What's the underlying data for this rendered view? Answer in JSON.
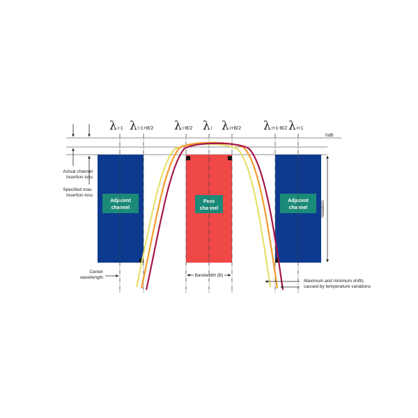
{
  "wavelength_labels": [
    {
      "symbol": "λ",
      "sub": "i-1"
    },
    {
      "symbol": "λ",
      "sub": "i-1+B/2"
    },
    {
      "symbol": "λ",
      "sub": "i-B/2"
    },
    {
      "symbol": "λ",
      "sub": "i"
    },
    {
      "symbol": "λ",
      "sub": "i+B/2"
    },
    {
      "symbol": "λ",
      "sub": "i+1-B/2"
    },
    {
      "symbol": "λ",
      "sub": "i+1"
    }
  ],
  "odb_label": "0dB",
  "left_labels": {
    "actual_loss": [
      "Actual channel",
      "insertion loss"
    ],
    "specified_loss": [
      "Specified max.",
      "insertion loss"
    ],
    "center": [
      "Center",
      "wavelength"
    ]
  },
  "boxes": {
    "left": [
      "Adjacent",
      "channel"
    ],
    "center": [
      "Pass",
      "channel"
    ],
    "right": [
      "Adjacent",
      "channel"
    ]
  },
  "bandwidth_label": "Bandwidth (B)",
  "isolation_label": "Isolation",
  "shift_note": [
    "Maximum and minimum shifts",
    "caused by temperature variations"
  ],
  "colors": {
    "blue": "#0d3a8e",
    "red": "#f04747",
    "teal": "#1b8a78",
    "curve_dark": "#a3154c",
    "curve_orange": "#f49a2b",
    "curve_yellow": "#e7e06a"
  }
}
